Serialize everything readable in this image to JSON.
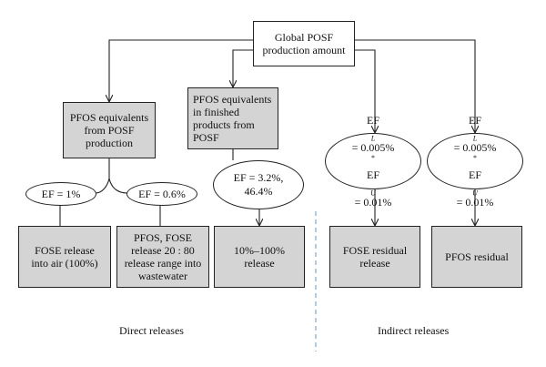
{
  "top": {
    "lines": [
      "Global POSF",
      "production amount"
    ]
  },
  "left_source": {
    "lines": [
      "PFOS equivalents",
      "from POSF",
      "production"
    ]
  },
  "mid_source": {
    "lines": [
      "PFOS equivalents",
      "in finished",
      "products from",
      "POSF"
    ]
  },
  "ef_air": "EF = 1%",
  "ef_water": "EF = 0.6%",
  "ef_products": {
    "lines": [
      "EF = 3.2%,",
      "46.4%"
    ]
  },
  "ef_fose_residual": {
    "l_label": "EF",
    "l_sub": "L",
    "l_value": " = 0.005%",
    "l_mark": "*",
    "u_label": "EF",
    "u_sub": "U",
    "u_value": " = 0.01%"
  },
  "ef_pfos_residual": {
    "l_label": "EF",
    "l_sub": "L",
    "l_value": " = 0.005%",
    "l_mark": "*",
    "u_label": "EF",
    "u_sub": "U",
    "u_value": " = 0.01%"
  },
  "out_fose_air": {
    "lines": [
      "FOSE release",
      "into air (100%)"
    ]
  },
  "out_wastewater": {
    "lines": [
      "PFOS, FOSE",
      "release 20 : 80",
      "release range into",
      "wastewater"
    ]
  },
  "out_products": {
    "lines": [
      "10%–100%",
      "release"
    ]
  },
  "out_fose_residual": {
    "lines": [
      "FOSE residual",
      "release"
    ]
  },
  "out_pfos_residual": {
    "lines": [
      "PFOS residual"
    ]
  },
  "captions": {
    "direct": "Direct releases",
    "indirect": "Indirect releases"
  },
  "colors": {
    "box_fill": "#d4d4d4",
    "divider": "#7fa6cc",
    "stroke": "#222222"
  }
}
